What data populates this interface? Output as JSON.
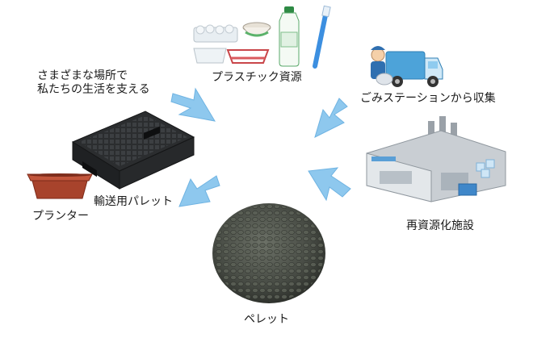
{
  "caption": "さまざまな場所で\n私たちの生活を支える",
  "nodes": {
    "plastic_resources": "プラスチック資源",
    "collection": "ごみステーションから収集",
    "recycling_facility": "再資源化施設",
    "pellet": "ペレット",
    "pallet": "輸送用パレット",
    "planter": "プランター"
  },
  "colors": {
    "arrow": "#8ec8ee",
    "arrow_stroke": "#6fb3e2",
    "pellet": "#4a4f48",
    "pallet": "#2b2d2f",
    "planter": "#a8432c",
    "building": "#c9ced3",
    "truck": "#4da3d9"
  }
}
